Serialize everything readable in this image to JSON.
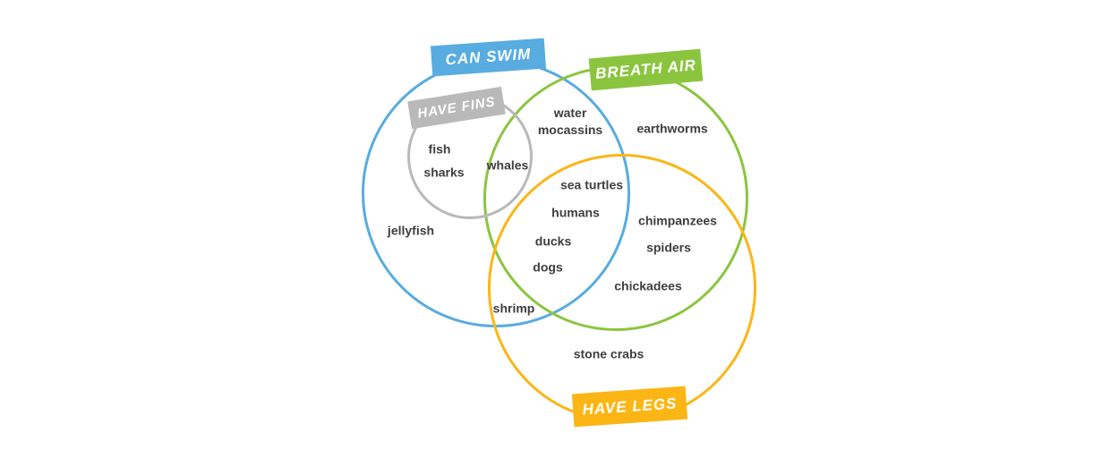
{
  "diagram": {
    "type": "venn",
    "sets": [
      {
        "id": "can-swim",
        "label": "CAN SWIM",
        "color": "#58ACE0"
      },
      {
        "id": "breath-air",
        "label": "BREATH AIR",
        "color": "#8BC53F"
      },
      {
        "id": "have-fins",
        "label": "HAVE FINS",
        "color": "#B9B9B9"
      },
      {
        "id": "have-legs",
        "label": "HAVE LEGS",
        "color": "#FBB615"
      }
    ],
    "label_text_color": "#FFFFFF",
    "item_text_color": "#3E3E3E",
    "items": [
      {
        "label": "water\nmocassins",
        "sets": [
          "can-swim",
          "breath-air"
        ]
      },
      {
        "label": "earthworms",
        "sets": [
          "breath-air"
        ]
      },
      {
        "label": "fish",
        "sets": [
          "can-swim",
          "have-fins"
        ]
      },
      {
        "label": "whales",
        "sets": [
          "can-swim",
          "breath-air",
          "have-fins"
        ]
      },
      {
        "label": "sharks",
        "sets": [
          "can-swim",
          "have-fins"
        ]
      },
      {
        "label": "sea turtles",
        "sets": [
          "can-swim",
          "breath-air",
          "have-legs"
        ]
      },
      {
        "label": "humans",
        "sets": [
          "can-swim",
          "breath-air",
          "have-legs"
        ]
      },
      {
        "label": "chimpanzees",
        "sets": [
          "breath-air",
          "have-legs"
        ]
      },
      {
        "label": "jellyfish",
        "sets": [
          "can-swim"
        ]
      },
      {
        "label": "ducks",
        "sets": [
          "can-swim",
          "breath-air",
          "have-legs"
        ]
      },
      {
        "label": "spiders",
        "sets": [
          "breath-air",
          "have-legs"
        ]
      },
      {
        "label": "dogs",
        "sets": [
          "can-swim",
          "breath-air",
          "have-legs"
        ]
      },
      {
        "label": "chickadees",
        "sets": [
          "breath-air",
          "have-legs"
        ]
      },
      {
        "label": "shrimp",
        "sets": [
          "can-swim",
          "have-legs"
        ]
      },
      {
        "label": "stone crabs",
        "sets": [
          "have-legs"
        ]
      }
    ]
  }
}
